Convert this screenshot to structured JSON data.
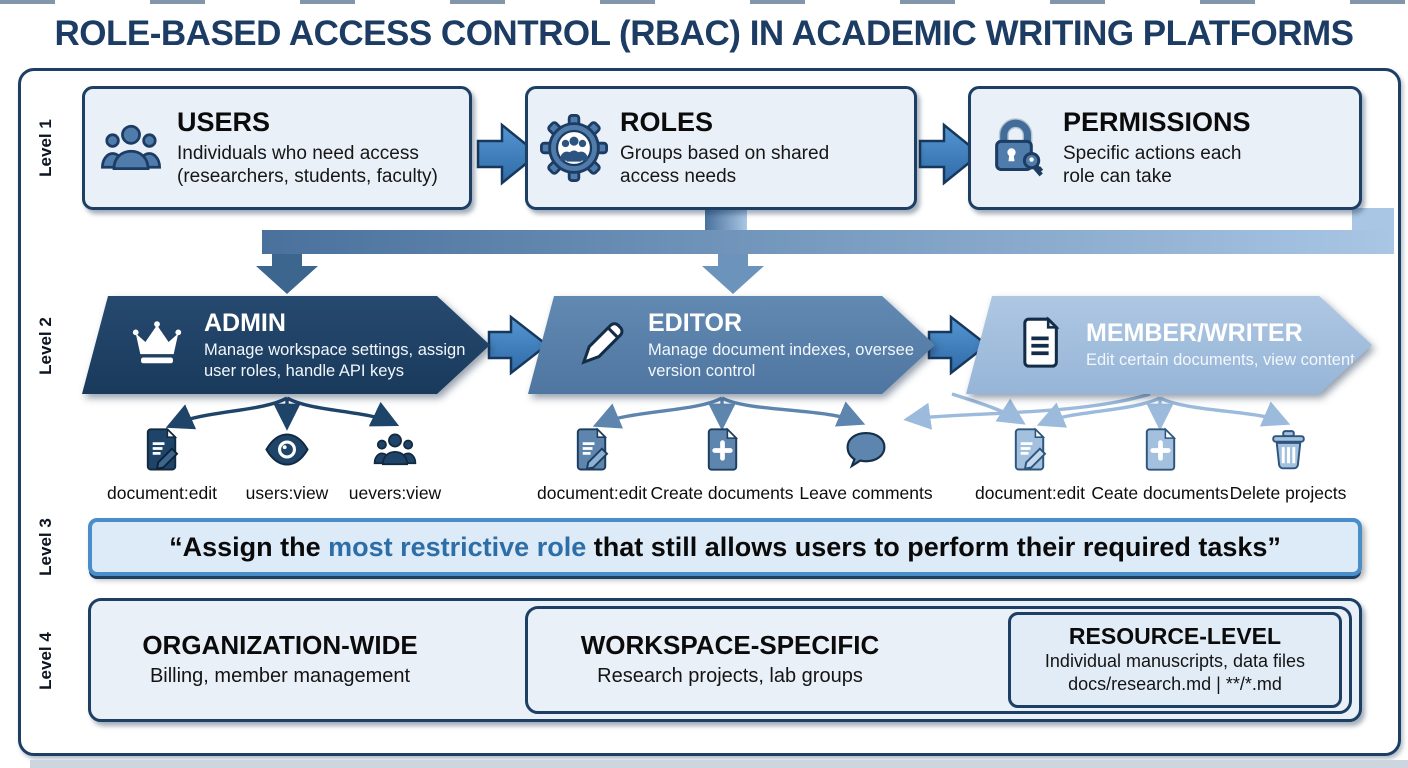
{
  "title": "ROLE-BASED ACCESS CONTROL (RBAC) IN ACADEMIC WRITING PLATFORMS",
  "levels": [
    "Level 1",
    "Level 2",
    "Level 3",
    "Level 4"
  ],
  "level1": {
    "boxes": [
      {
        "title": "USERS",
        "desc": "Individuals who need access (researchers, students, faculty)",
        "icon": "users-group-icon"
      },
      {
        "title": "ROLES",
        "desc": "Groups based on shared access needs",
        "icon": "gear-people-icon"
      },
      {
        "title": "PERMISSIONS",
        "desc": "Specific actions each role can take",
        "icon": "lock-key-icon"
      }
    ]
  },
  "level2": {
    "banners": [
      {
        "title": "ADMIN",
        "desc": "Manage workspace settings, assign user roles, handle API keys",
        "icon": "crown-icon",
        "color": "#1e3f63"
      },
      {
        "title": "EDITOR",
        "desc": "Manage document indexes, oversee version control",
        "icon": "pencil-icon",
        "color": "#557da7"
      },
      {
        "title": "MEMBER/WRITER",
        "desc": "Edit certain documents, view content",
        "icon": "document-icon",
        "color": "#a2bedd"
      }
    ],
    "permissions": [
      [
        {
          "label": "document:edit",
          "icon": "document-edit-icon"
        },
        {
          "label": "users:view",
          "icon": "eye-icon"
        },
        {
          "label": "uevers:view",
          "icon": "people-icon"
        }
      ],
      [
        {
          "label": "document:edit",
          "icon": "document-edit-icon"
        },
        {
          "label": "Create documents",
          "icon": "document-plus-icon"
        },
        {
          "label": "Leave comments",
          "icon": "comment-icon"
        }
      ],
      [
        {
          "label": "document:edit",
          "icon": "document-edit-icon"
        },
        {
          "label": "Ceate documents",
          "icon": "document-plus-icon"
        },
        {
          "label": "Delete projects",
          "icon": "trash-icon"
        }
      ]
    ]
  },
  "level3": {
    "quote_prefix": "“Assign the ",
    "quote_highlight": "most restrictive role",
    "quote_suffix": " that still allows users to perform their required tasks”"
  },
  "level4": {
    "boxes": [
      {
        "title": "ORGANIZATION-WIDE",
        "desc": "Billing, member management"
      },
      {
        "title": "WORKSPACE-SPECIFIC",
        "desc": "Research projects, lab groups"
      },
      {
        "title": "RESOURCE-LEVEL",
        "desc": "Individual manuscripts, data files",
        "desc2": "docs/research.md  |  **/*.md"
      }
    ]
  },
  "colors": {
    "navy": "#1d3f63",
    "medium_blue": "#557da7",
    "light_blue": "#a2bedd",
    "box_fill": "#eaf0f7",
    "quote_border": "#4a8ec9",
    "highlight_text": "#2e6ea7",
    "arrow_fill": "#3f84c4"
  }
}
